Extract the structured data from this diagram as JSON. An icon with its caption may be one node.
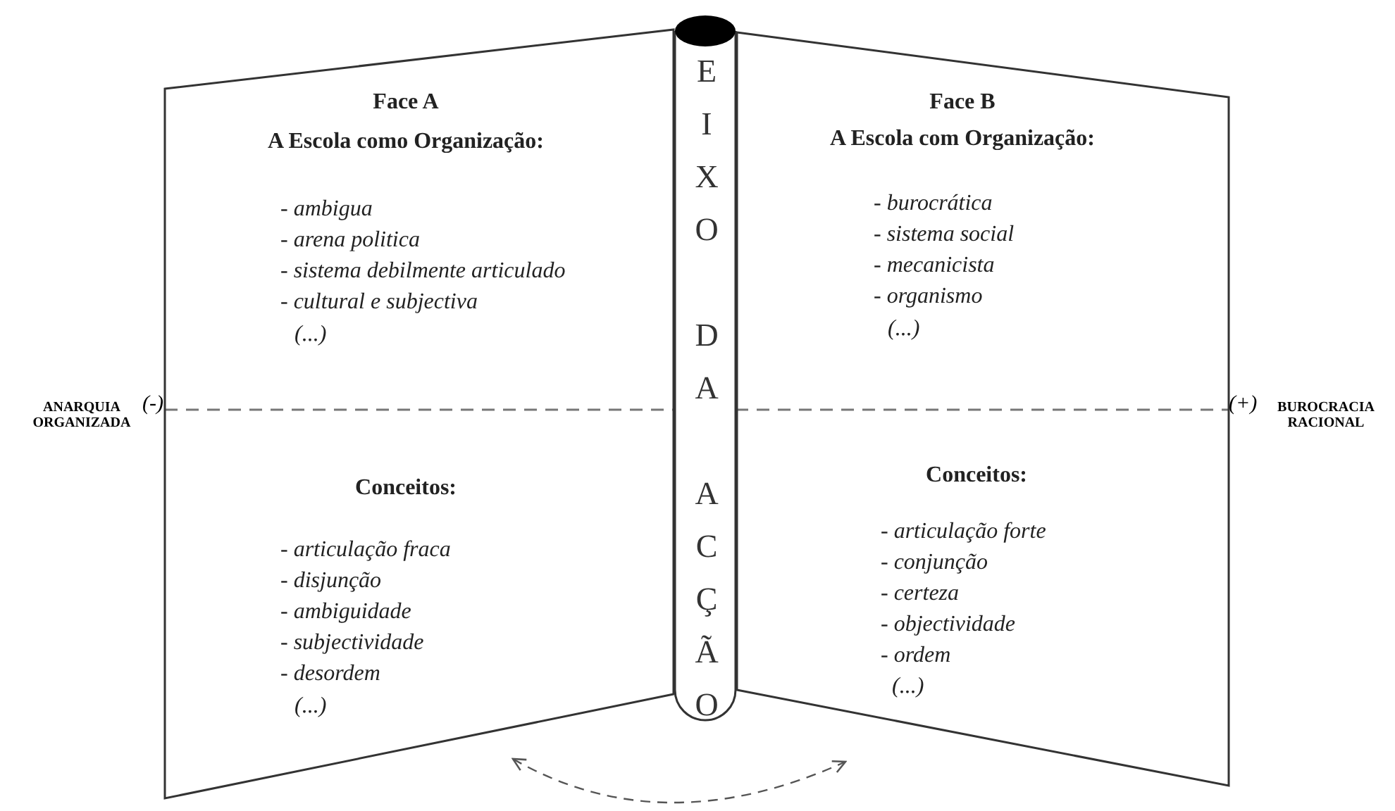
{
  "diagram": {
    "nodes": [
      {
        "text": [
          "Face A",
          "A Escola como Organização:",
          "- ambigua",
          "- arena politica",
          "- sistema debilmente articulado",
          "- cultural e subjectiva",
          "(...)",
          "Conceitos:",
          "- articulação fraca",
          "- disjunção",
          "- ambiguidade",
          "- subjectividade",
          "- desordem",
          "(...)"
        ]
      },
      {
        "text": [
          "EIXO DA ACÇÃO"
        ]
      },
      {
        "text": [
          "Face B",
          "A Escola com Organização:",
          "- burocrática",
          "- sistema social",
          "- mecanicista",
          "- organismo",
          "(...)",
          "Conceitos:",
          "- articulação forte",
          "- conjunção",
          "- certeza",
          "- objectividade",
          "- ordem",
          "(...)"
        ]
      }
    ],
    "labels": [
      "ANARQUIA ORGANIZADA",
      "(-)",
      "(+)",
      "BUROCRACIA RACIONAL"
    ]
  }
}
